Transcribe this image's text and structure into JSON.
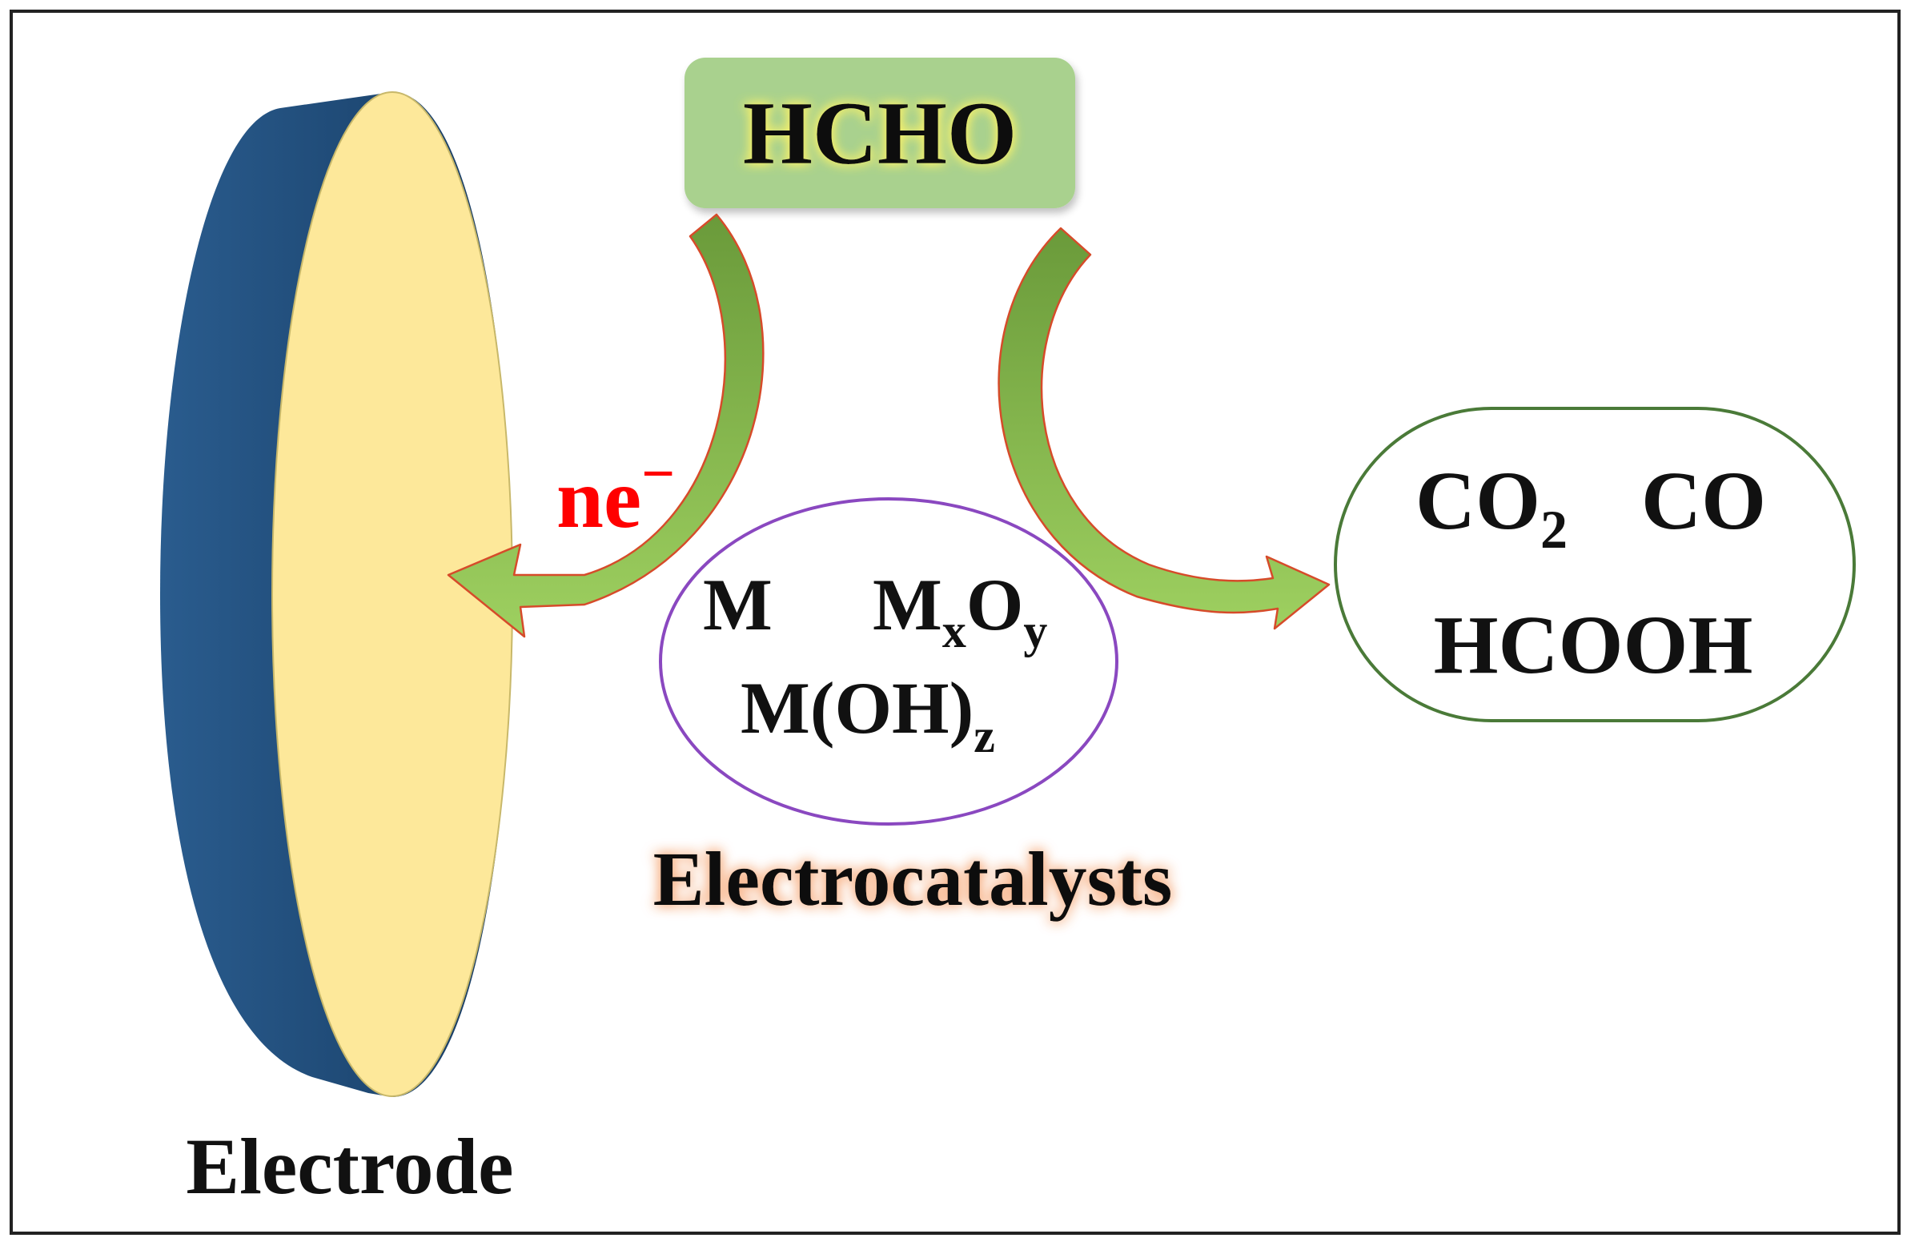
{
  "diagram": {
    "reactant": "HCHO",
    "electron_label": {
      "base": "ne",
      "sup": "−"
    },
    "catalyst_species": {
      "metal": "M",
      "oxide": {
        "base": "M",
        "sub1": "x",
        "mid": "O",
        "sub2": "y"
      },
      "hydroxide": {
        "base": "M(OH)",
        "sub": "z"
      }
    },
    "catalyst_label": "Electrocatalysts",
    "products": {
      "co2": {
        "base": "CO",
        "sub": "2"
      },
      "co": "CO",
      "formic_acid": "HCOOH"
    },
    "electrode_label": "Electrode"
  },
  "colors": {
    "border": "#222222",
    "electrode_face": "#fde89a",
    "electrode_edge": "#1f4a76",
    "hcho_box": "#a9d18e",
    "hcho_glow": "#f5ef6a",
    "arrow_fill": "#7caf3f",
    "arrow_outline": "#d64b2a",
    "electron_text": "#ff0000",
    "catalyst_ellipse": "#8a48c0",
    "product_box": "#4a7a38",
    "catalyst_glow": "#f7b48a"
  }
}
